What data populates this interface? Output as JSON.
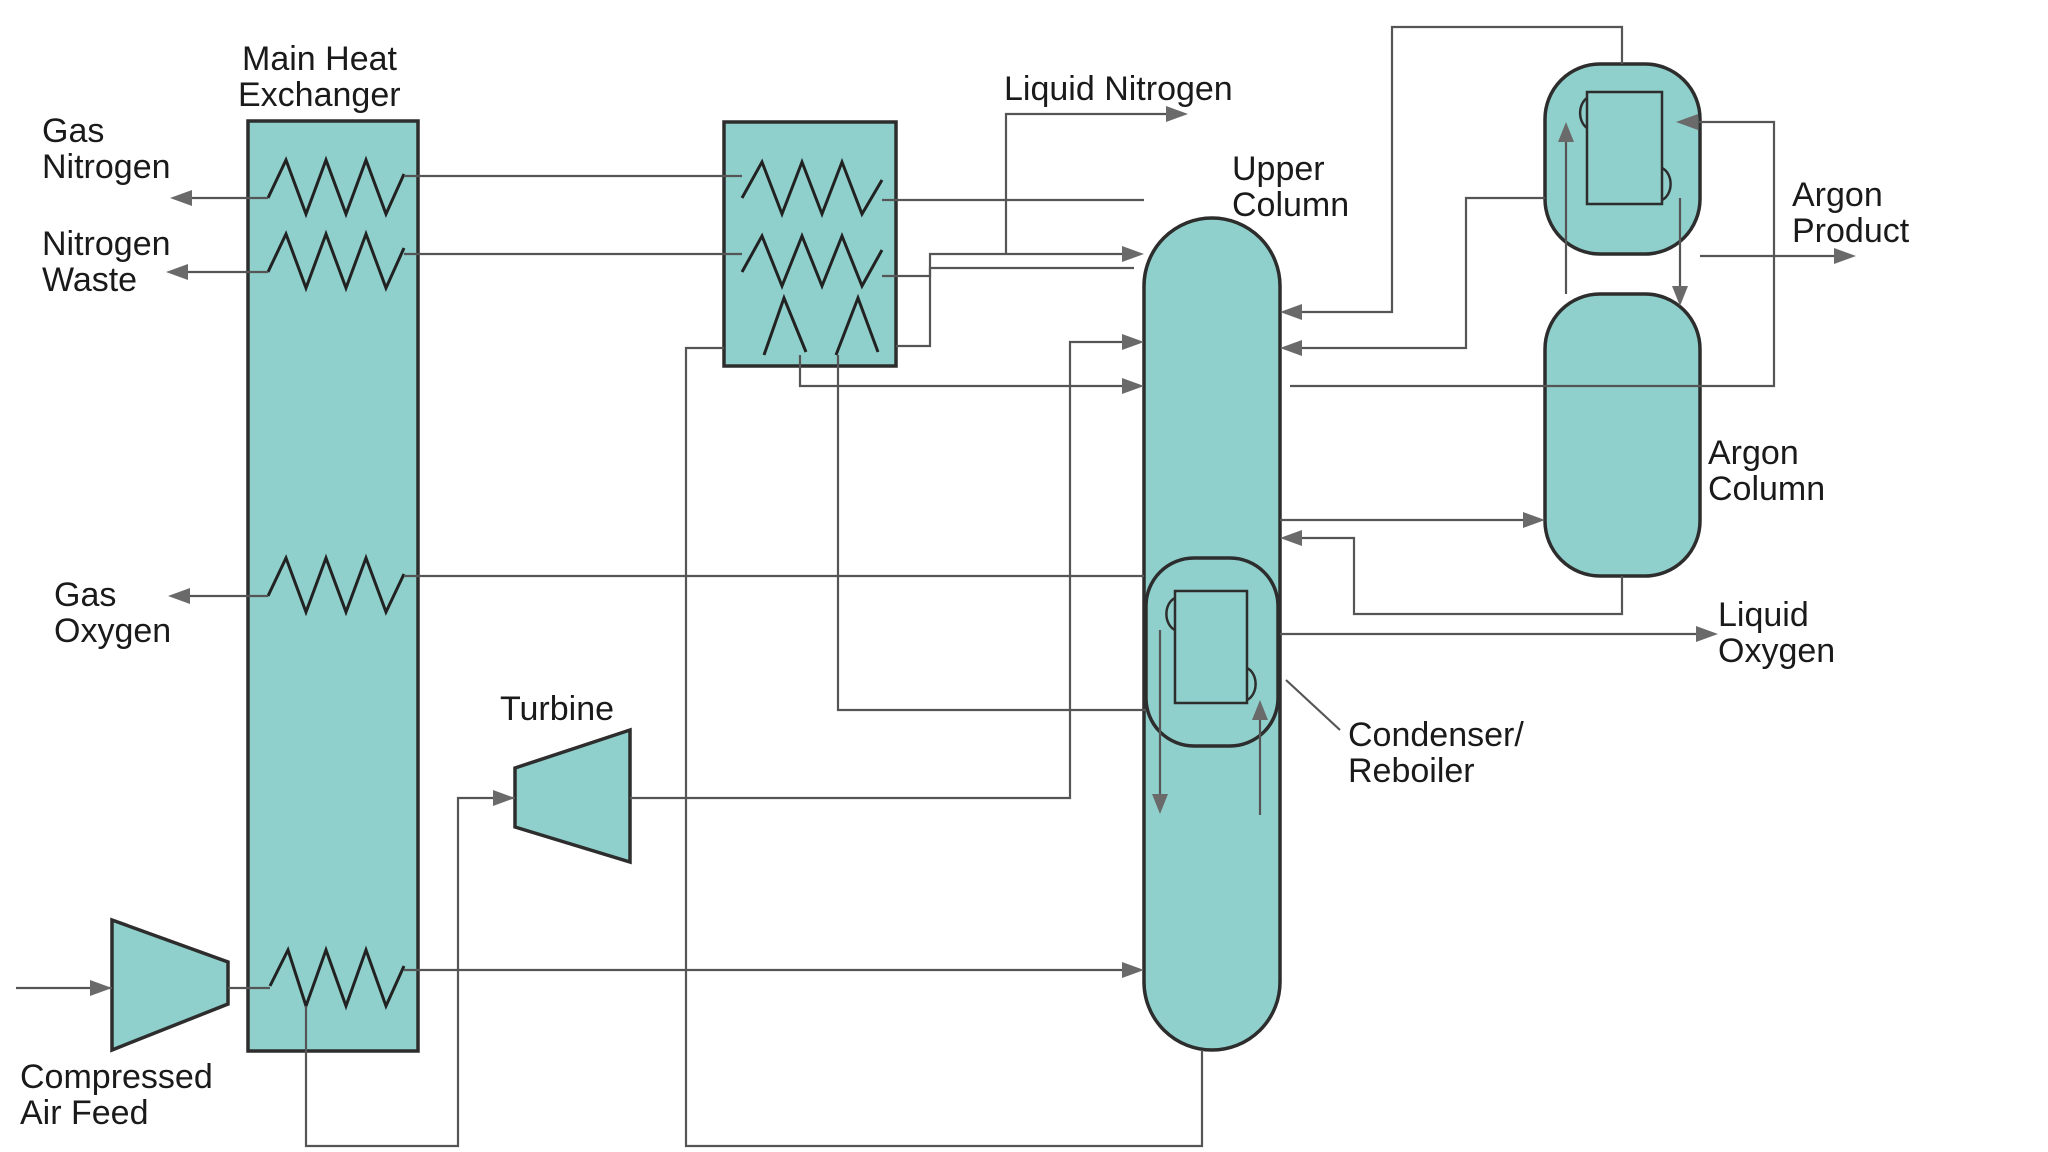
{
  "labels": {
    "main_heat_exchanger": [
      "Main Heat",
      "Exchanger"
    ],
    "gas_nitrogen": [
      "Gas",
      "Nitrogen"
    ],
    "nitrogen_waste": [
      "Nitrogen",
      "Waste"
    ],
    "gas_oxygen": [
      "Gas",
      "Oxygen"
    ],
    "compressed_air_feed": [
      "Compressed",
      "Air Feed"
    ],
    "turbine": "Turbine",
    "liquid_nitrogen": "Liquid Nitrogen",
    "upper_column": [
      "Upper",
      "Column"
    ],
    "argon_product": [
      "Argon",
      "Product"
    ],
    "argon_column": [
      "Argon",
      "Column"
    ],
    "liquid_oxygen": [
      "Liquid",
      "Oxygen"
    ],
    "condenser_reboiler": [
      "Condenser/",
      "Reboiler"
    ]
  },
  "colors": {
    "equipment_fill": "#8fd0cc",
    "outline": "#2d2d2d",
    "pipe": "#555555"
  }
}
